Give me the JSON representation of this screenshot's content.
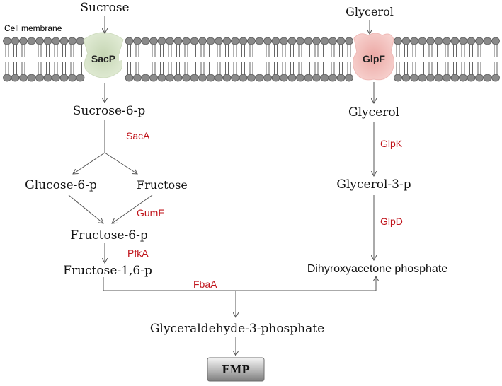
{
  "membrane": {
    "label": "Cell membrane",
    "head_color": "#8a8a8a",
    "transporters": [
      {
        "name": "SacP",
        "color": "#d9e6c9",
        "inner_color": "#c4d4b2"
      },
      {
        "name": "GlpF",
        "color": "#f3c3c0",
        "inner_color": "#eaaaa6"
      }
    ]
  },
  "metabolites": {
    "sucrose_out": "Sucrose",
    "glycerol_out": "Glycerol",
    "sucrose_6p": "Sucrose-6-p",
    "glucose_6p": "Glucose-6-p",
    "fructose": "Fructose",
    "fructose_6p": "Fructose-6-p",
    "fructose_16p": "Fructose-1,6-p",
    "glycerol_in": "Glycerol",
    "glycerol_3p": "Glycerol-3-p",
    "dhap": "Dihyroxyacetone phosphate",
    "g3p": "Glyceraldehyde-3-phosphate"
  },
  "enzymes": {
    "color": "#c0141b",
    "sacA": "SacA",
    "gumE": "GumE",
    "pfkA": "PfkA",
    "fbaA": "FbaA",
    "glpK": "GlpK",
    "glpD": "GlpD"
  },
  "output_box": {
    "label": "EMP"
  }
}
